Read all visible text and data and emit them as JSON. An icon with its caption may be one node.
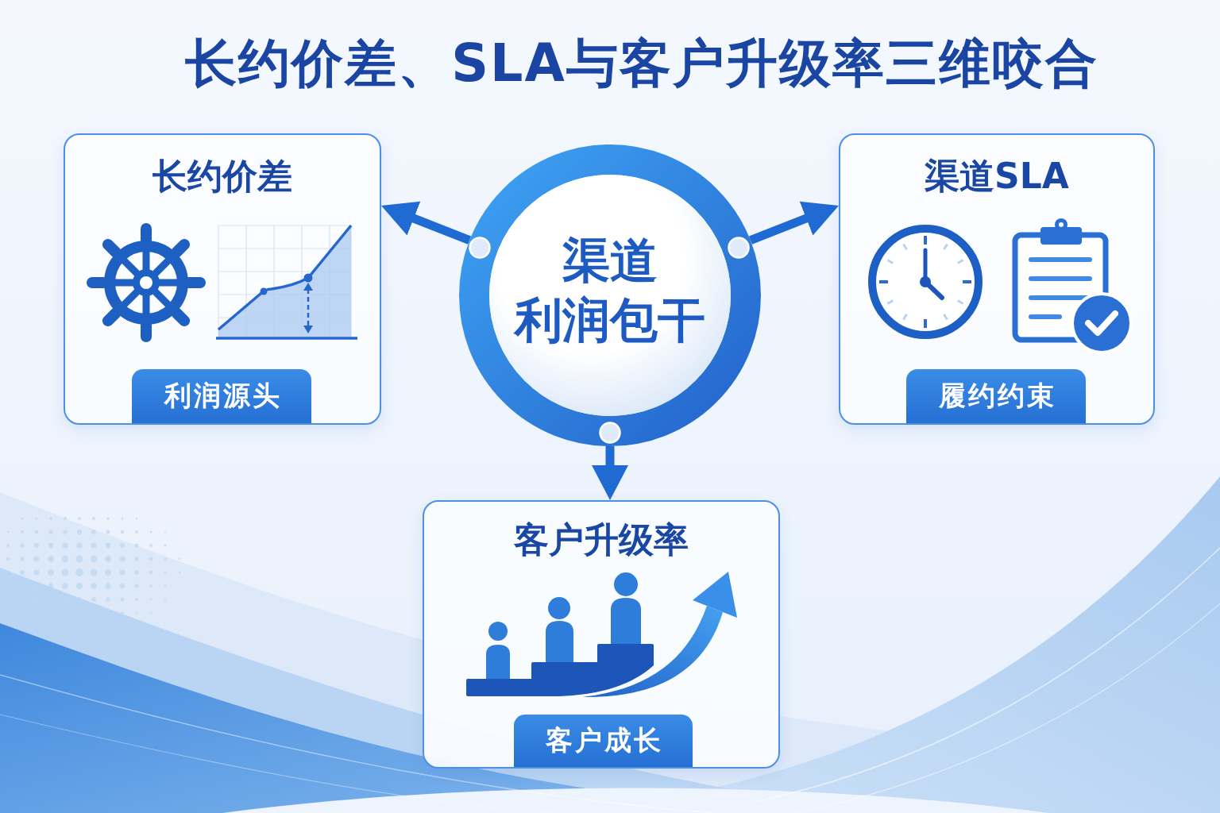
{
  "diagram": {
    "title": "长约价差、SLA与客户升级率三维咬合",
    "nodes": [
      {
        "text": [
          "长约价差"
        ]
      },
      {
        "text": [
          "利润源头"
        ],
        "in": 0
      },
      {
        "text": [
          "渠道利润包干"
        ]
      },
      {
        "text": [
          "渠道SLA"
        ]
      },
      {
        "text": [
          "履约约束"
        ],
        "in": 3
      },
      {
        "text": [
          "客户升级率"
        ]
      },
      {
        "text": [
          "客户成长"
        ],
        "in": 5
      }
    ],
    "edges": [
      {
        "from": 2,
        "to": 0,
        "arrow": "to"
      },
      {
        "from": 2,
        "to": 3,
        "arrow": "to"
      },
      {
        "from": 2,
        "to": 5,
        "arrow": "to"
      }
    ]
  }
}
